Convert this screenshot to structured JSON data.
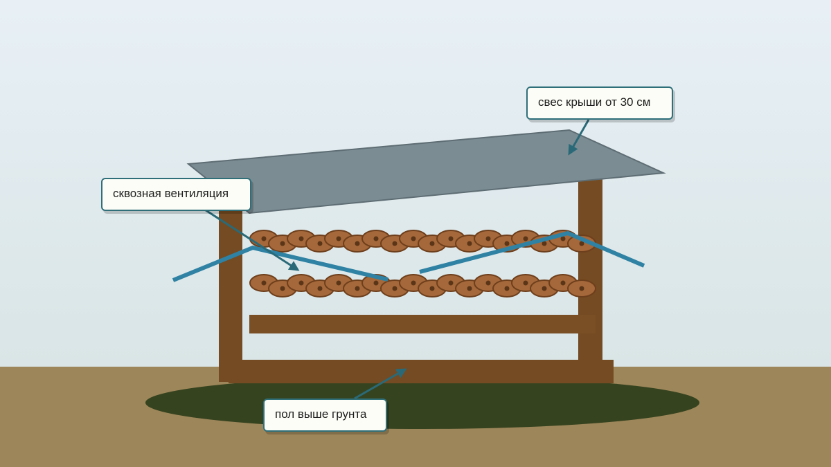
{
  "labels": {
    "roof_overhang": "свес крыши от 30 см",
    "through_ventilation": "сквозная вентиляция",
    "floor_above_ground": "пол выше грунта"
  },
  "colors": {
    "sky_top": "#e8f0f6",
    "sky_bottom": "#d9e5e6",
    "ground": "#9d865a",
    "shadow": "#36431f",
    "wood": "#744b22",
    "roof": "#7b8c93",
    "roof_edge": "#5e6d73",
    "log": "#a5683a",
    "log_edge": "#6e3f1c",
    "log_core": "#5b3517",
    "airflow": "#2f82a3",
    "leader": "#2a6a78"
  }
}
